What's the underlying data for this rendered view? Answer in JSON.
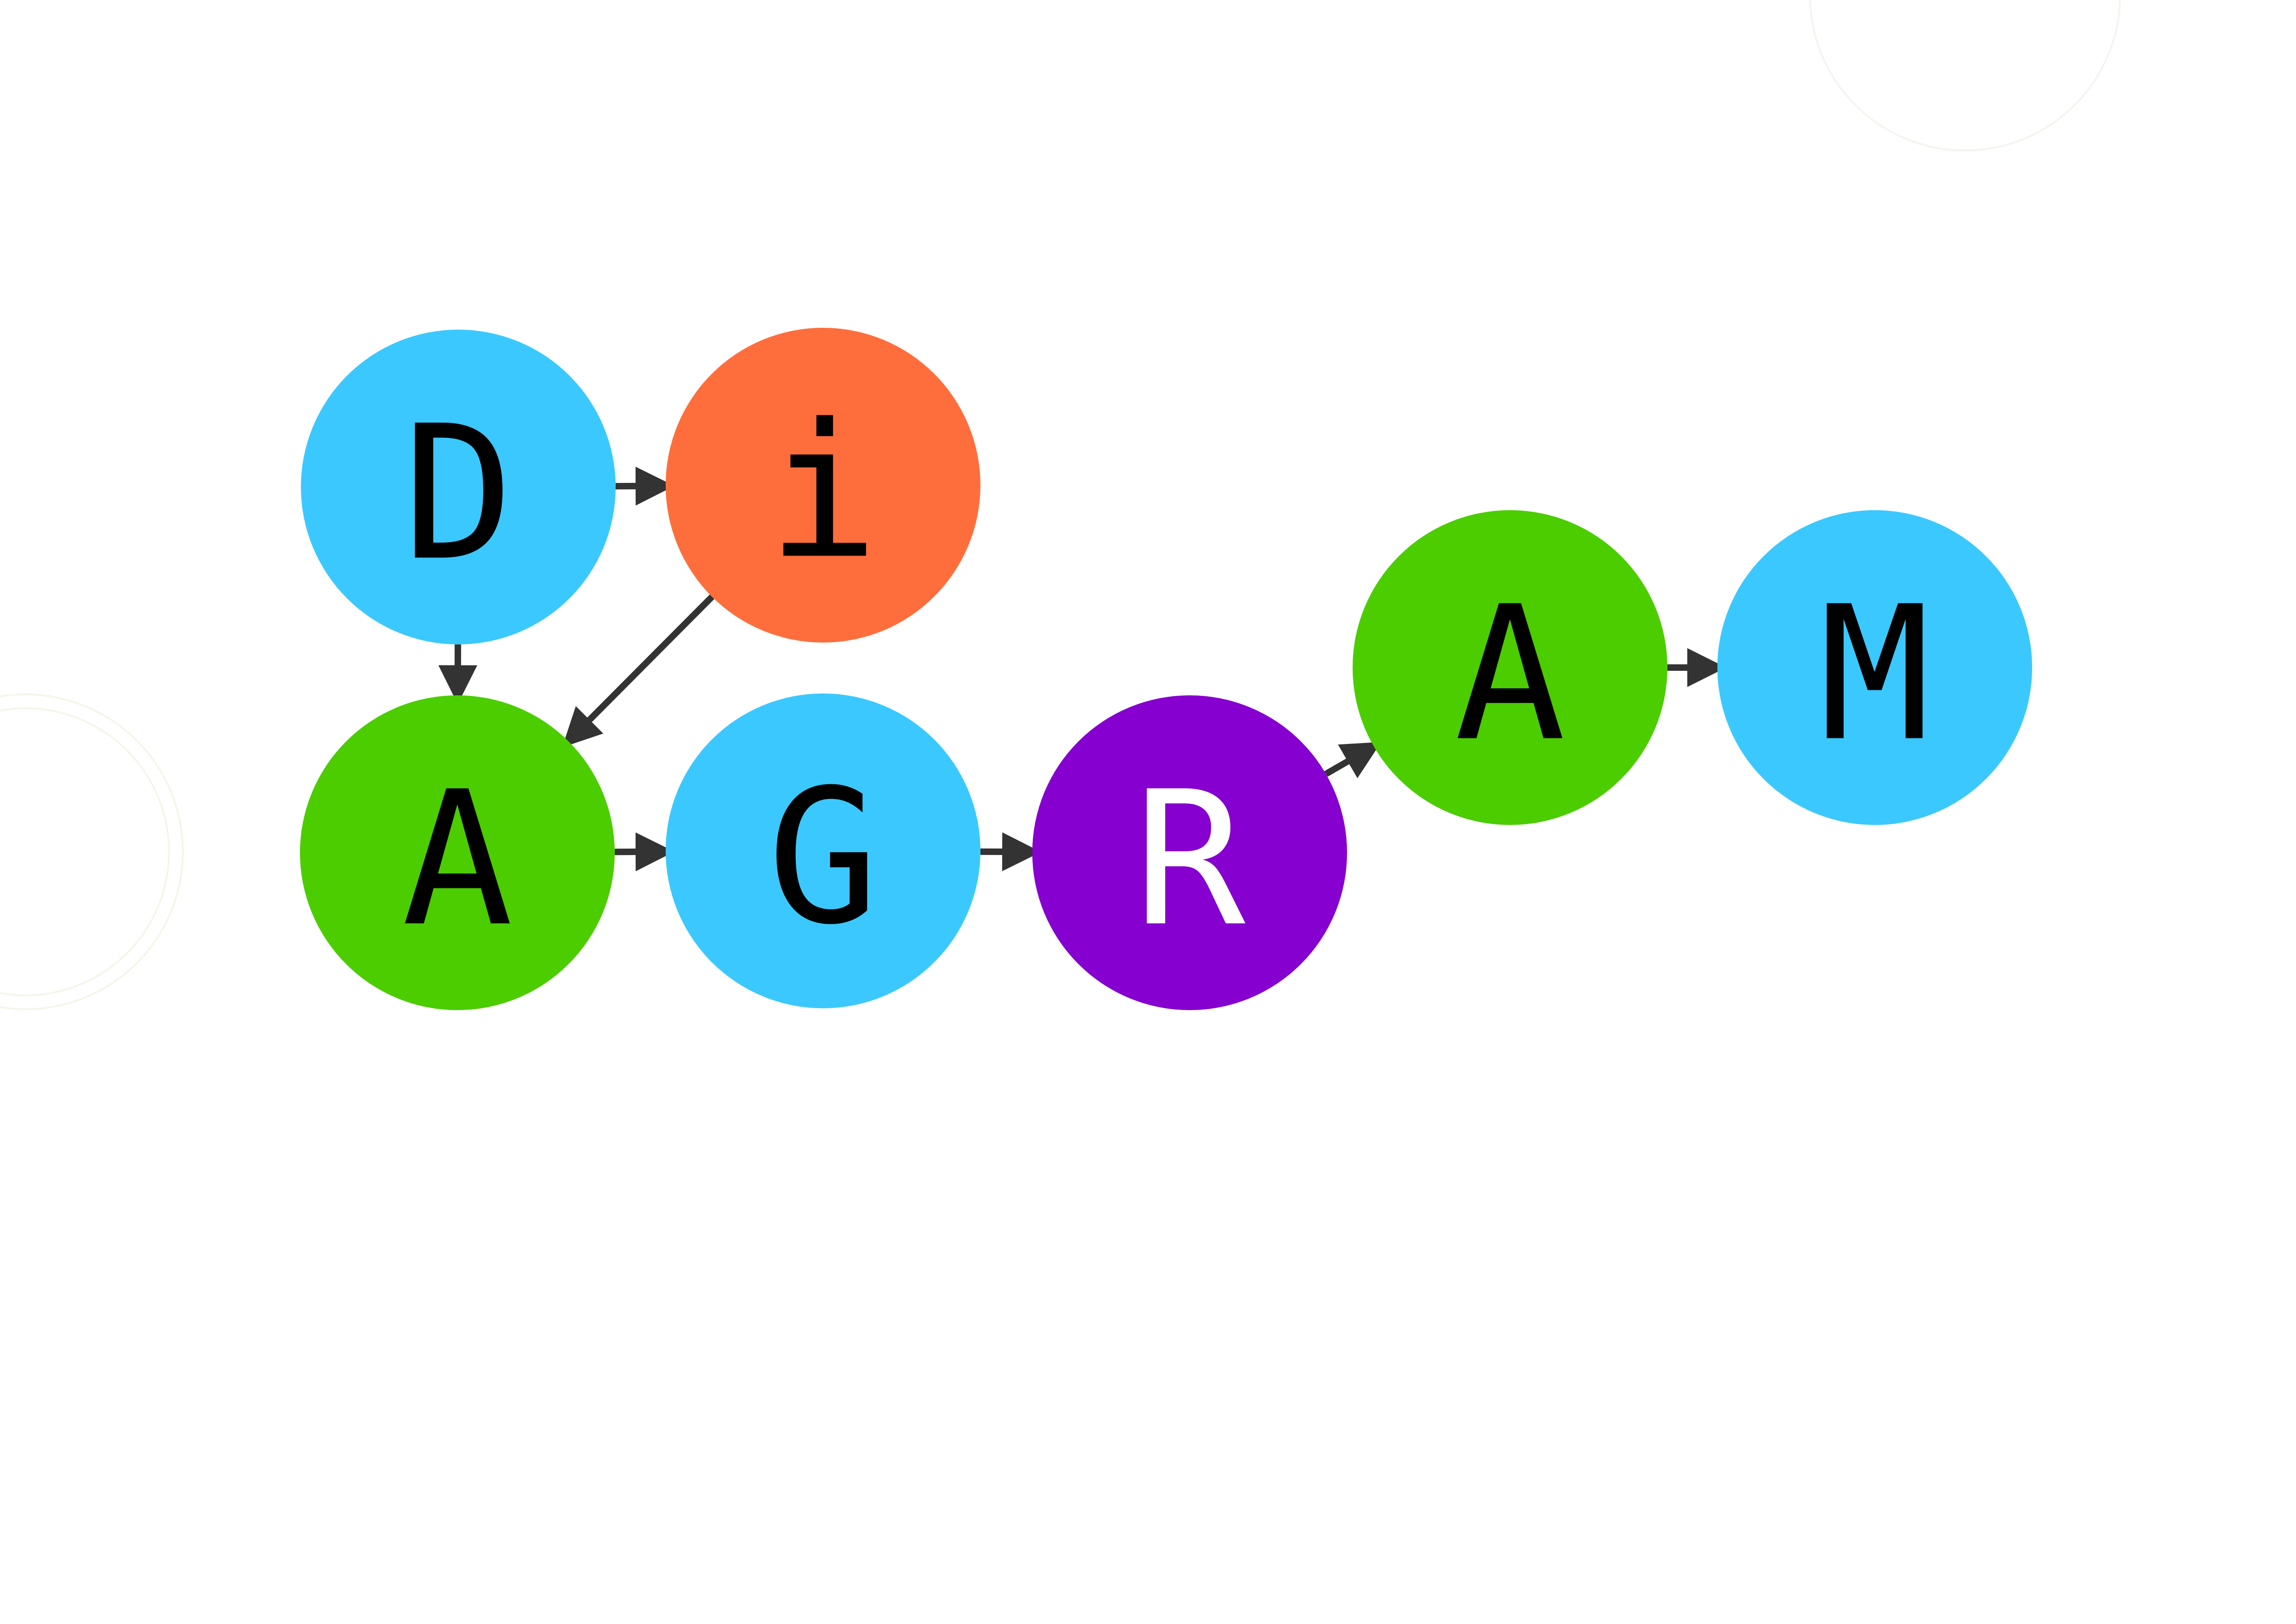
{
  "diagram": {
    "nodes": [
      {
        "id": "n1",
        "label": "D",
        "color": "#3bc8fe",
        "text_color": "#000000"
      },
      {
        "id": "n2",
        "label": "i",
        "color": "#fe6e3c",
        "text_color": "#000000"
      },
      {
        "id": "n3",
        "label": "A",
        "color": "#4bcd00",
        "text_color": "#000000"
      },
      {
        "id": "n4",
        "label": "G",
        "color": "#3bc8fe",
        "text_color": "#000000"
      },
      {
        "id": "n5",
        "label": "R",
        "color": "#8600cf",
        "text_color": "#ffffff"
      },
      {
        "id": "n6",
        "label": "A",
        "color": "#4bcd00",
        "text_color": "#000000"
      },
      {
        "id": "n7",
        "label": "M",
        "color": "#3bc8fe",
        "text_color": "#000000"
      }
    ],
    "edges": [
      {
        "from": "n1",
        "to": "n2"
      },
      {
        "from": "n1",
        "to": "n3"
      },
      {
        "from": "n2",
        "to": "n3"
      },
      {
        "from": "n3",
        "to": "n4"
      },
      {
        "from": "n4",
        "to": "n5"
      },
      {
        "from": "n5",
        "to": "n6"
      },
      {
        "from": "n6",
        "to": "n7"
      }
    ],
    "edge_color": "#333333"
  }
}
